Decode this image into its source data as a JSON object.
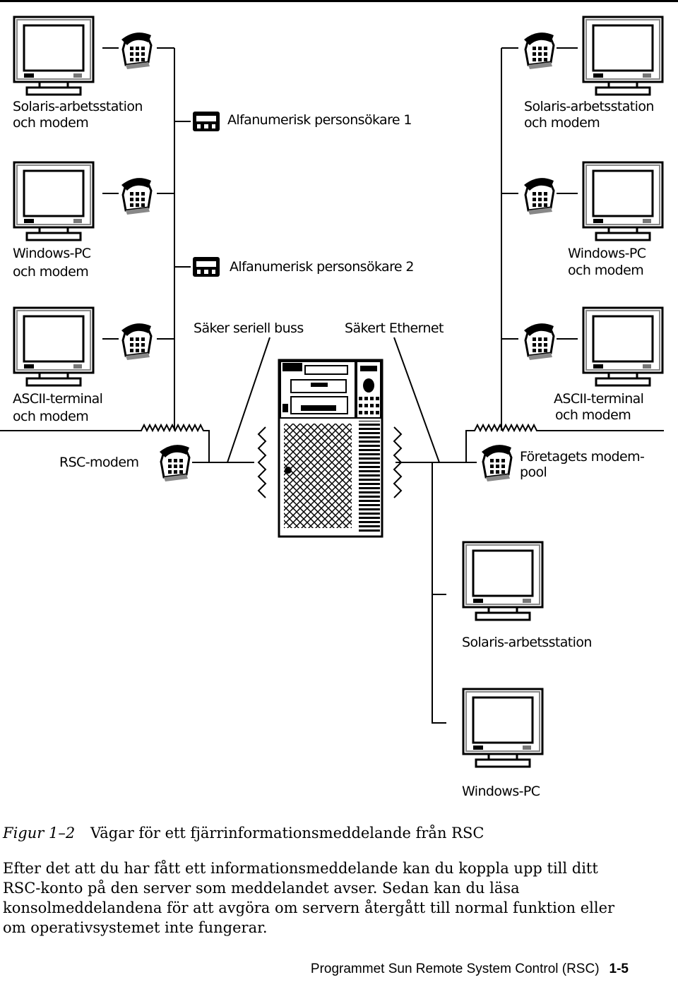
{
  "labels": {
    "solaris_modem_left": [
      "Solaris-arbetsstation",
      "och  modem"
    ],
    "solaris_modem_right": [
      "Solaris-arbetsstation",
      "och  modem"
    ],
    "windows_modem_left": [
      "Windows-PC",
      "och  modem"
    ],
    "windows_modem_right": [
      "Windows-PC",
      "och  modem"
    ],
    "ascii_modem_left": [
      "ASCII-terminal",
      "och  modem"
    ],
    "ascii_modem_right": [
      "ASCII-terminal",
      "och  modem"
    ],
    "pager1": "Alfanumerisk personsökare 1",
    "pager2": "Alfanumerisk personsökare 2",
    "serial_bus": "Säker seriell buss",
    "ethernet": "Säkert Ethernet",
    "rsc_modem": "RSC-modem",
    "modem_pool": [
      "Företagets modem-",
      "pool"
    ],
    "solaris_ws": "Solaris-arbetsstation",
    "windows_pc": "Windows-PC"
  },
  "caption": {
    "figure": "Figur 1–2",
    "title": "Vägar för ett fjärrinformationsmeddelande från RSC"
  },
  "body_text": "Efter det att du har fått ett informationsmeddelande kan du koppla upp till ditt RSC-konto på den server som meddelandet avser. Sedan kan du läsa konsolmeddelandena för att avgöra om servern återgått till normal funktion eller om operativsystemet inte fungerar.",
  "footer": {
    "title": "Programmet Sun Remote System Control (RSC)",
    "page": "1-5"
  }
}
